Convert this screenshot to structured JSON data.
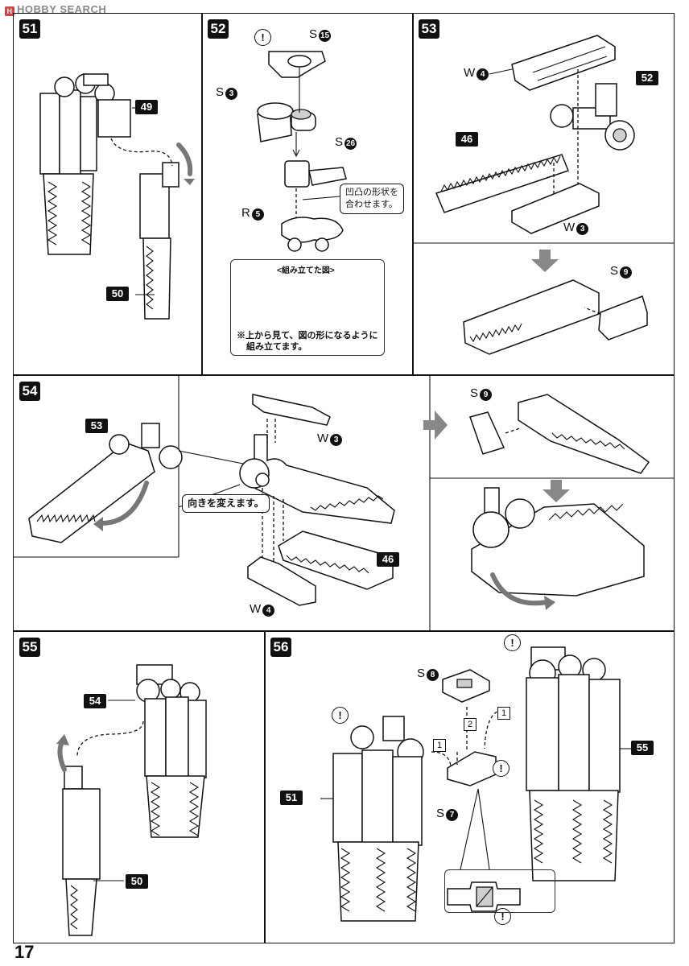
{
  "watermark": "HOBBY SEARCH",
  "page_number": "17",
  "steps": {
    "s51": {
      "num": "51",
      "tag_a": "49",
      "tag_b": "50"
    },
    "s52": {
      "num": "52",
      "label_s15": "S",
      "n_s15": "15",
      "label_s3": "S",
      "n_s3": "3",
      "label_s26": "S",
      "n_s26": "26",
      "label_r5": "R",
      "n_r5": "5",
      "callout": "凹凸の形状を\n合わせます。",
      "inset_title": "<組み立てた図>",
      "inset_note_1": "※上から見て、図の形になるように",
      "inset_note_2": "組み立てます。"
    },
    "s53": {
      "num": "53",
      "label_w4": "W",
      "n_w4": "4",
      "tag_52": "52",
      "tag_46": "46",
      "label_w3": "W",
      "n_w3": "3",
      "label_s9": "S",
      "n_s9": "9"
    },
    "s54": {
      "num": "54",
      "tag_53": "53",
      "label_w3": "W",
      "n_w3": "3",
      "callout": "向きを変えます。",
      "label_w4": "W",
      "n_w4": "4",
      "tag_46": "46",
      "label_s9": "S",
      "n_s9": "9"
    },
    "s55": {
      "num": "55",
      "tag_54": "54",
      "tag_50": "50"
    },
    "s56": {
      "num": "56",
      "label_s8": "S",
      "n_s8": "8",
      "label_s7": "S",
      "n_s7": "7",
      "tag_51": "51",
      "tag_55": "55",
      "order_1a": "1",
      "order_2": "2",
      "order_1b": "1"
    }
  },
  "warning_symbol": "!"
}
